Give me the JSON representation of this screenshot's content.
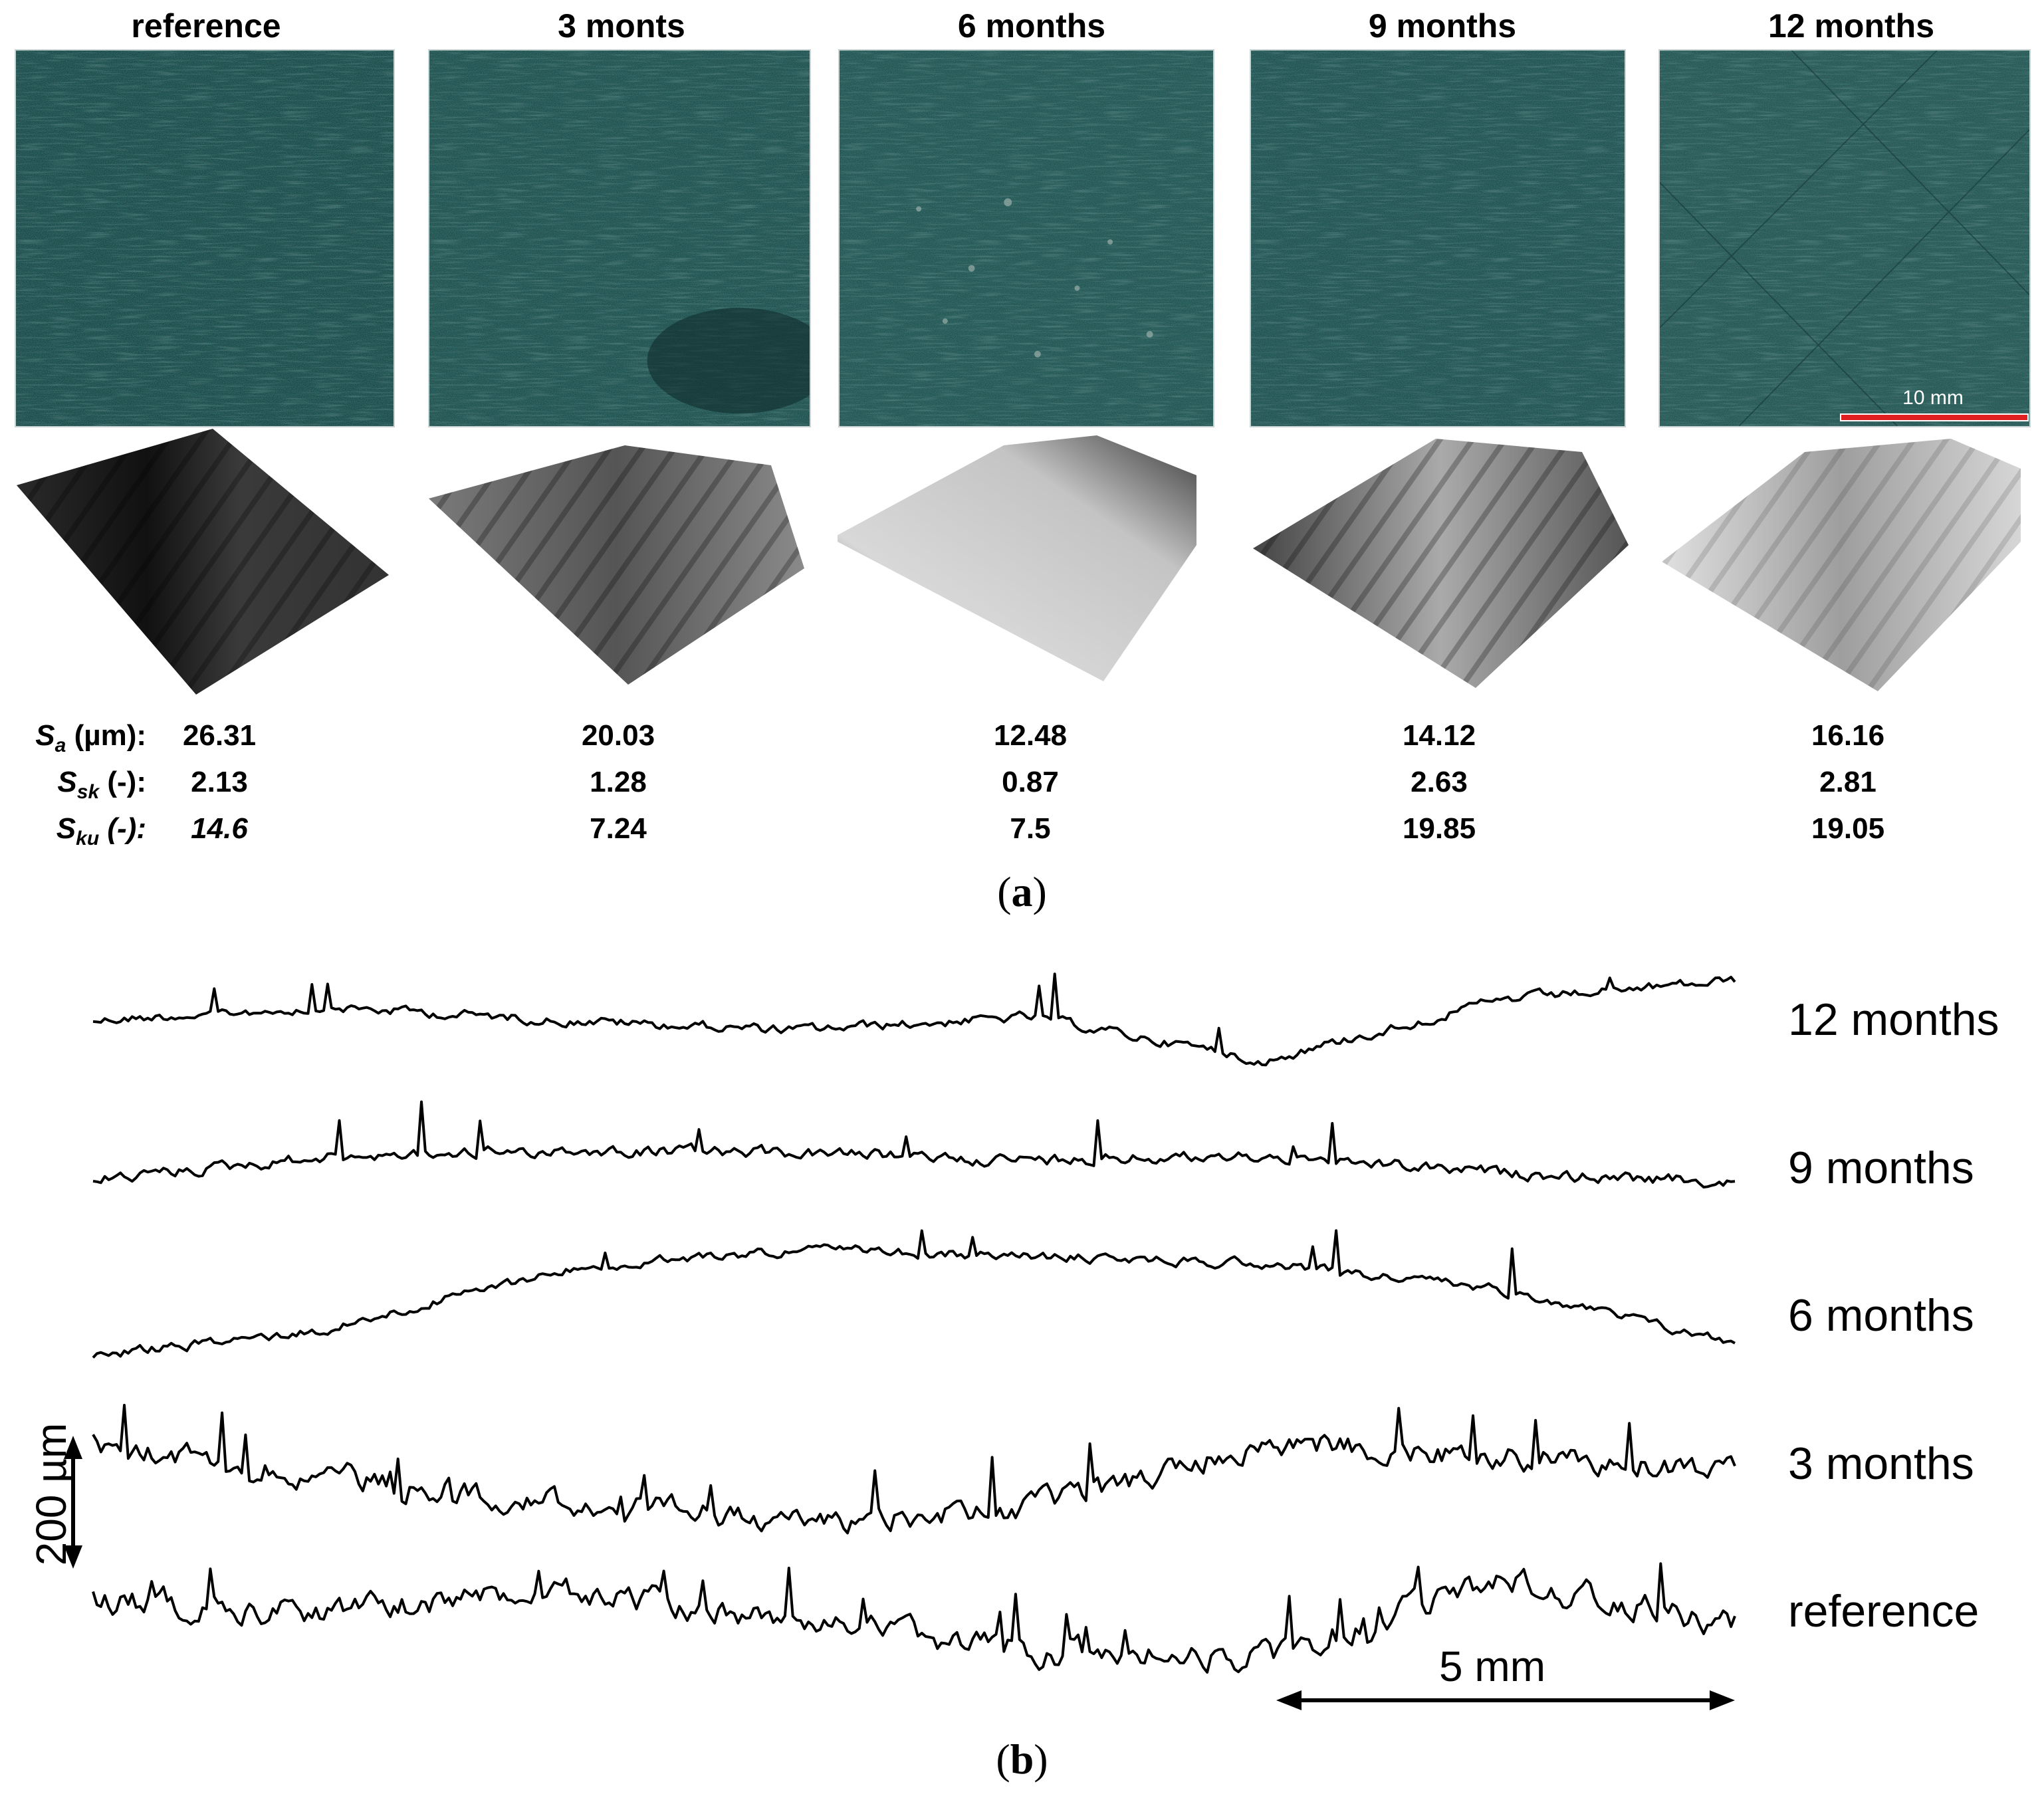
{
  "panel_a": {
    "columns": [
      {
        "title": "reference",
        "values": [
          "26.31",
          "2.13",
          "14.6"
        ]
      },
      {
        "title": "3 monts",
        "values": [
          "20.03",
          "1.28",
          "7.24"
        ]
      },
      {
        "title": "6 months",
        "values": [
          "12.48",
          "0.87",
          "7.5"
        ]
      },
      {
        "title": "9 months",
        "values": [
          "14.12",
          "2.63",
          "19.85"
        ]
      },
      {
        "title": "12 months",
        "values": [
          "16.16",
          "2.81",
          "19.05"
        ]
      }
    ],
    "params": [
      {
        "symbol": "S",
        "sub": "a",
        "unit": " (µm):"
      },
      {
        "symbol": "S",
        "sub": "sk",
        "unit": " (-):"
      },
      {
        "symbol": "S",
        "sub": "ku",
        "unit": " (-):"
      }
    ],
    "scale_bar_label": "10 mm",
    "scale_bar_color": "#e02020",
    "photo_color": "#1f4a49",
    "caption_letter": "a"
  },
  "panel_b": {
    "profiles": [
      "12 months",
      "9 months",
      "6 months",
      "3 months",
      "reference"
    ],
    "vertical_scale_label": "200 µm",
    "horizontal_scale_label": "5 mm",
    "caption_letter": "b"
  }
}
